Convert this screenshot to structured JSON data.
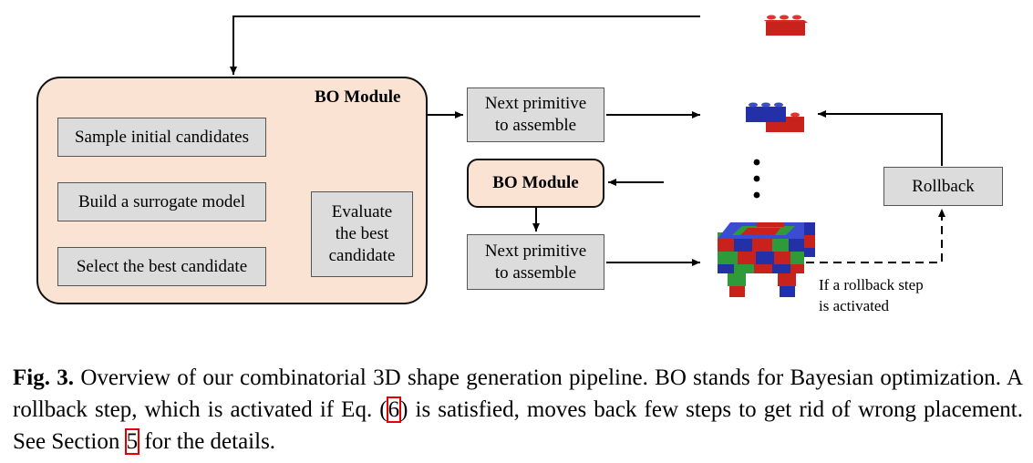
{
  "bo_module_large": {
    "title": "BO Module",
    "steps": [
      "Sample initial candidates",
      "Build a surrogate model",
      "Select the best candidate"
    ],
    "evaluate": "Evaluate\nthe best\ncandidate"
  },
  "next_primitive_top": "Next primitive\nto assemble",
  "bo_module_small": "BO Module",
  "next_primitive_bottom": "Next primitive\nto assemble",
  "rollback": "Rollback",
  "rollback_note": "If a rollback step\nis activated",
  "colors": {
    "bo_fill": "#fbe3d4",
    "box_fill": "#dcdcdc",
    "red": "#c8221c",
    "blue": "#2330a8",
    "green": "#2e9a3a",
    "ref_box": "#e00000"
  },
  "caption": {
    "label": "Fig. 3.",
    "part1": " Overview of our combinatorial 3D shape generation pipeline. BO stands for Bayesian optimization. A rollback step, which is activated if Eq. (",
    "ref_eq": "6",
    "part2": ") is satisfied, moves back few steps to get rid of wrong placement. See Section ",
    "ref_section": "5",
    "part3": " for the details."
  }
}
